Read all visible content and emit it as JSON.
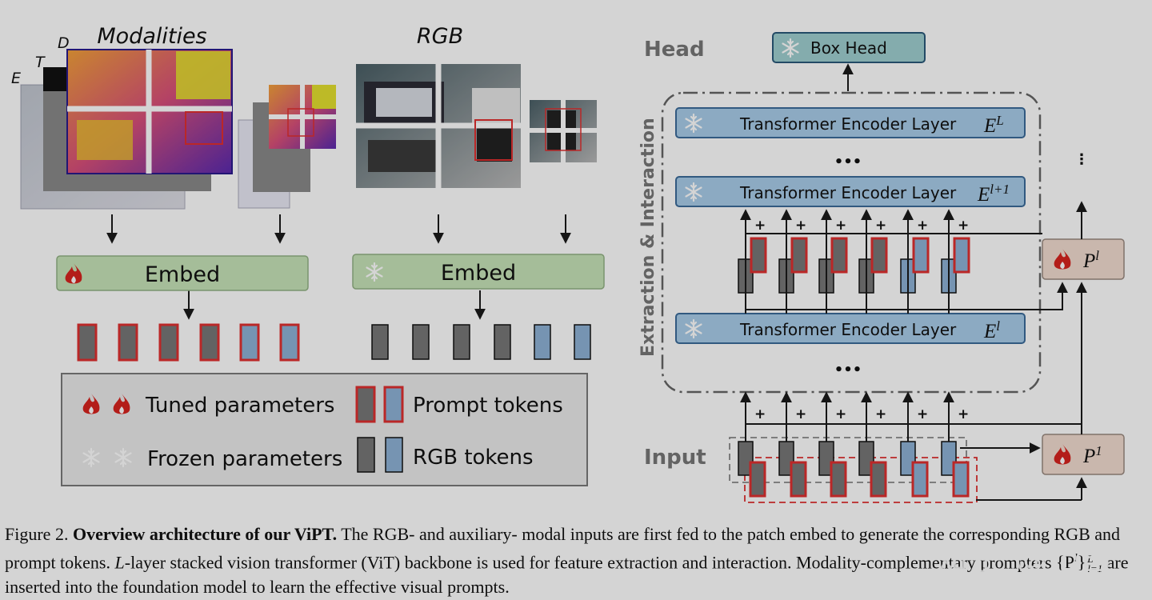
{
  "left": {
    "modalities_title": "Modalities",
    "rgb_title": "RGB",
    "stack_labels": [
      "D",
      "T",
      "E"
    ],
    "embed_label_1": "Embed",
    "embed_label_2": "Embed",
    "legend": {
      "tuned": "Tuned parameters",
      "frozen": "Frozen parameters",
      "prompt": "Prompt tokens",
      "rgb": "RGB tokens"
    }
  },
  "right": {
    "head_label": "Head",
    "input_label": "Input",
    "box_head": "Box Head",
    "side_label": "Extraction & Interaction",
    "layer_label": "Transformer Encoder Layer",
    "layer_top_sym": "L",
    "layer_mid_sym": "l+1",
    "layer_bot_sym": "l",
    "prompter_top_sym": "l",
    "prompter_bot_sym": "1",
    "plus": "+",
    "ellipsis": "•••"
  },
  "caption": {
    "fig_label": "Figure 2.",
    "bold_title": "Overview architecture of our ViPT.",
    "text_1": " The RGB- and auxiliary- modal inputs are first fed to the patch embed to generate the corresponding RGB and prompt tokens. ",
    "L": "L",
    "text_2": "-layer stacked vision transformer (ViT) backbone is used for feature extraction and interaction. Modality-complementary prompters ",
    "formula": "{P",
    "formula_sup": "l",
    "formula_close": "}",
    "formula_upper": "L",
    "formula_lower": "l=1",
    "text_3": " are inserted into the foundation model to learn the effective visual prompts."
  },
  "watermark": "知乎 @小玉",
  "colors": {
    "green_box": "#c7e4b8",
    "blue_box": "#a9cdea",
    "teal_box": "#9fcfd0",
    "prompter_box": "#f2ddd0",
    "token_gray": "#777777",
    "token_blue": "#8eb3d6",
    "prompt_red": "#e03030",
    "dark_line": "#1a1a1a"
  }
}
